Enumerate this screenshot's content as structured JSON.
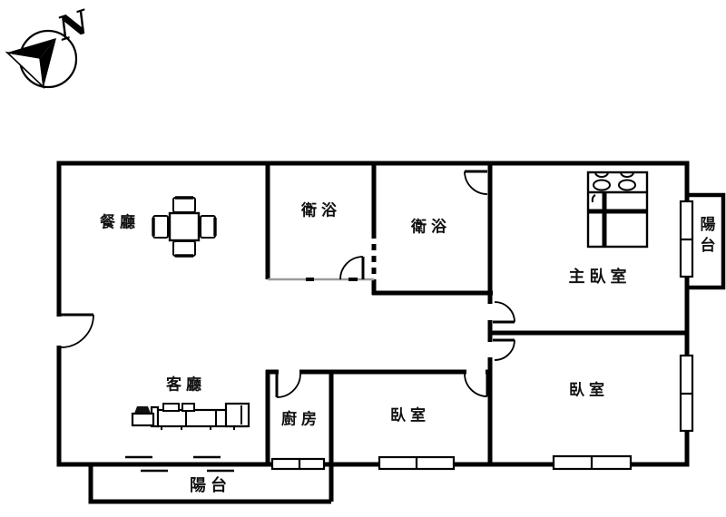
{
  "title": "apartment-floor-plan",
  "compass": {
    "north_label": "N"
  },
  "rooms": {
    "dining": {
      "label": "餐廳"
    },
    "bathroom_top": {
      "label": "衛浴"
    },
    "bathroom_ensuite": {
      "label": "衛浴"
    },
    "master_bedroom": {
      "label": "主臥室"
    },
    "balcony_east": {
      "label": "陽台"
    },
    "living_room": {
      "label": "客廳"
    },
    "kitchen": {
      "label": "廚房"
    },
    "bedroom_middle": {
      "label": "臥室"
    },
    "bedroom_southeast": {
      "label": "臥室"
    },
    "balcony_south": {
      "label": "陽台"
    }
  },
  "furniture": {
    "dining_table_set": "dining-table-with-four-chairs",
    "double_bed": "double-bed",
    "sofa": "sectional-sofa",
    "side_table": "side-table-with-lamp"
  },
  "colors": {
    "wall": "#000000",
    "thin_wall": "#9a9a9a",
    "background": "#ffffff",
    "text": "#111111"
  }
}
